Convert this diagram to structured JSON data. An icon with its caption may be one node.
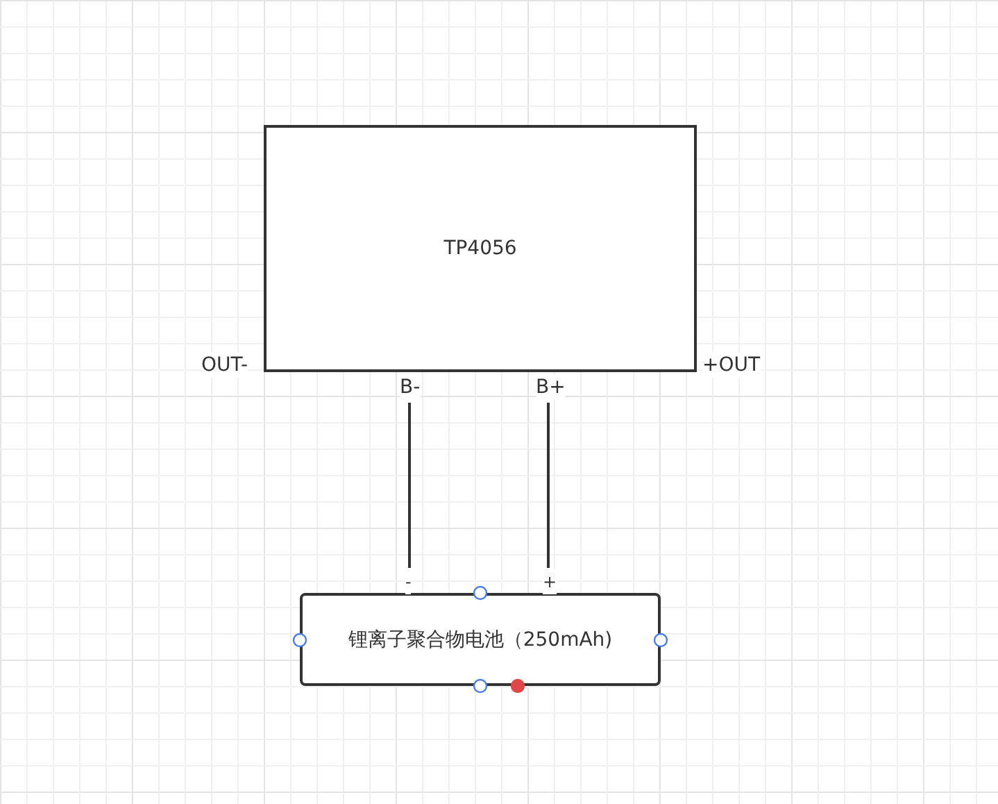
{
  "diagram": {
    "nodes": [
      {
        "text": [
          "TP4056"
        ]
      },
      {
        "text": [
          "锂离子聚合物电池（250mAh)"
        ]
      }
    ],
    "edges": [
      {
        "from": 0,
        "to": 1,
        "arrow": "none"
      },
      {
        "from": 0,
        "to": 1,
        "arrow": "none"
      }
    ],
    "labels": [
      "OUT-",
      "+OUT",
      "B-",
      "B+",
      "-",
      "+"
    ]
  }
}
